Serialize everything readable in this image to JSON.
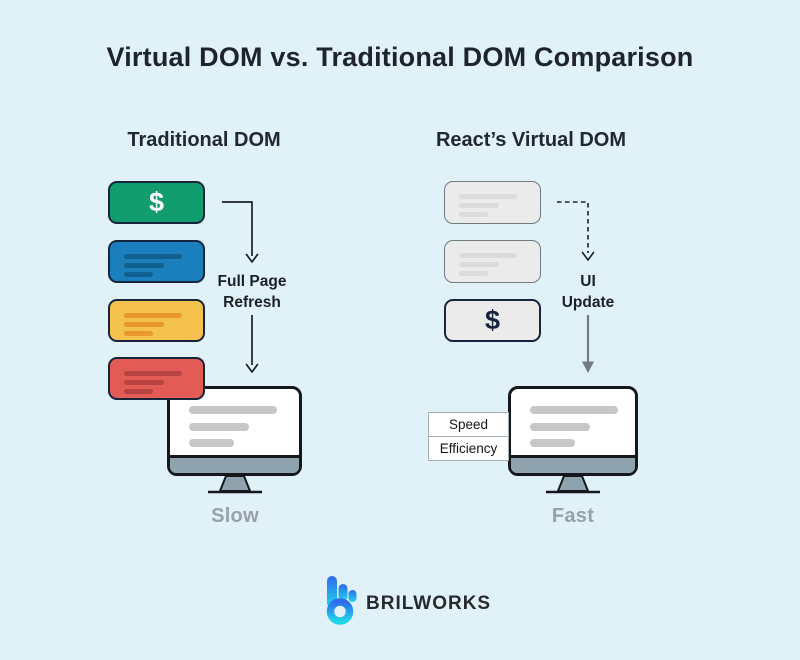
{
  "title": "Virtual DOM vs. Traditional DOM Comparison",
  "brand": "BRILWORKS",
  "left": {
    "heading": "Traditional DOM",
    "card_dollar": "$",
    "arrow_label_lines": [
      "Full Page",
      "Refresh"
    ],
    "result": "Slow"
  },
  "right": {
    "heading": "React’s Virtual DOM",
    "card_dollar": "$",
    "arrow_label_lines": [
      "UI",
      "Update"
    ],
    "monitor_labels": [
      "Speed",
      "Efficiency"
    ],
    "result": "Fast"
  },
  "colors": {
    "background": "#E0F2F7",
    "card_green": "#119D6E",
    "card_blue": "#1B7FBD",
    "card_yellow": "#F5C14D",
    "card_red": "#E25B55",
    "card_gray": "#EBEBEB",
    "navy_border": "#16243C",
    "monitor_bezel": "#8EA3AD",
    "result_text": "#98A1A8",
    "logo_gradient_top": "#2E6BEE",
    "logo_gradient_bottom": "#1FD6E9"
  }
}
